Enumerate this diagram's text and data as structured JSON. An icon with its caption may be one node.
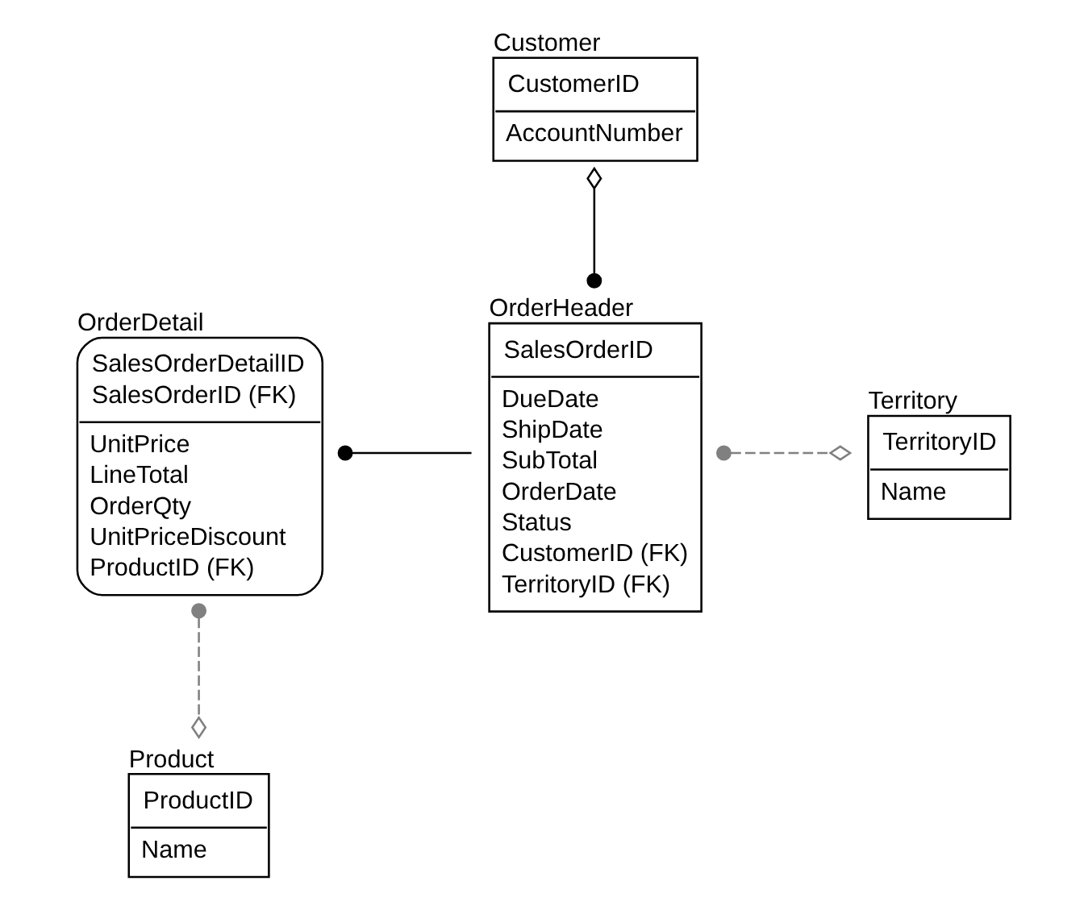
{
  "diagram": {
    "nodes": [
      {
        "text": [
          "Customer",
          "CustomerID",
          "AccountNumber"
        ]
      },
      {
        "text": [
          "OrderDetail",
          "SalesOrderDetailID",
          "SalesOrderID (FK)",
          "UnitPrice",
          "LineTotal",
          "OrderQty",
          "UnitPriceDiscount",
          "ProductID (FK)"
        ]
      },
      {
        "text": [
          "OrderHeader",
          "SalesOrderID",
          "DueDate",
          "ShipDate",
          "SubTotal",
          "OrderDate",
          "Status",
          "CustomerID (FK)",
          "TerritoryID (FK)"
        ]
      },
      {
        "text": [
          "Territory",
          "TerritoryID",
          "Name"
        ]
      },
      {
        "text": [
          "Product",
          "ProductID",
          "Name"
        ]
      }
    ],
    "edges": [
      {
        "from": 0,
        "to": 2,
        "arrow": "other"
      },
      {
        "from": 1,
        "to": 2,
        "arrow": "other"
      },
      {
        "from": 2,
        "to": 3,
        "arrow": "other",
        "style": "dashed",
        "color": "#808080"
      },
      {
        "from": 1,
        "to": 4,
        "arrow": "other",
        "style": "dashed",
        "color": "#808080"
      }
    ]
  }
}
